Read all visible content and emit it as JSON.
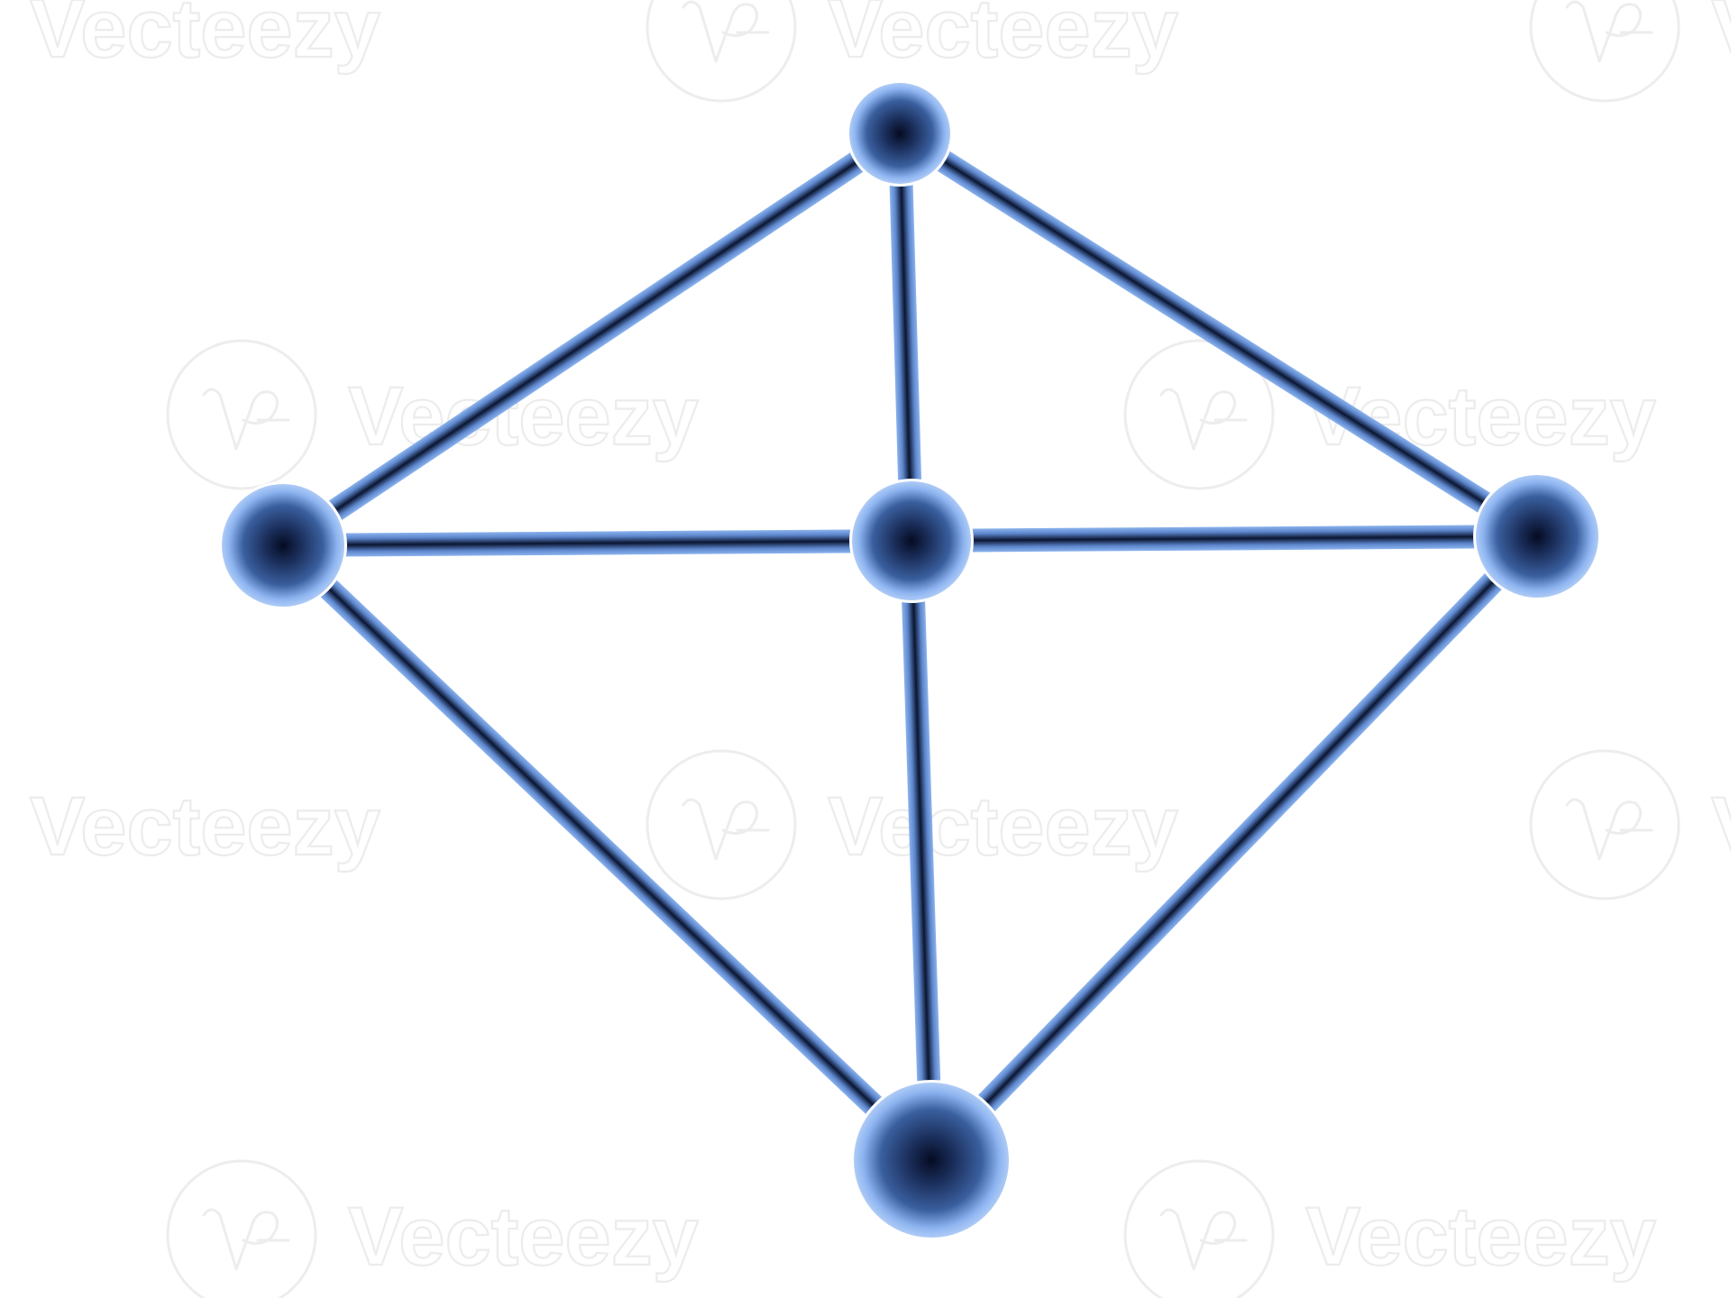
{
  "diagram": {
    "type": "network-graph",
    "node_count": 5,
    "edge_count": 8,
    "colors": {
      "node_core": "#050b22",
      "node_mid": "#3a5f9e",
      "node_edge": "#8db4f0",
      "link_core": "#0a1530",
      "link_edge": "#8bb3ee"
    },
    "nodes": [
      {
        "id": "top"
      },
      {
        "id": "left"
      },
      {
        "id": "center"
      },
      {
        "id": "right"
      },
      {
        "id": "bottom"
      }
    ],
    "edges": [
      {
        "from": "top",
        "to": "left"
      },
      {
        "from": "top",
        "to": "center"
      },
      {
        "from": "top",
        "to": "right"
      },
      {
        "from": "left",
        "to": "center"
      },
      {
        "from": "center",
        "to": "right"
      },
      {
        "from": "left",
        "to": "bottom"
      },
      {
        "from": "center",
        "to": "bottom"
      },
      {
        "from": "right",
        "to": "bottom"
      }
    ]
  },
  "watermark": {
    "text": "Vecteezy",
    "icon": "vecteezy-logo-icon"
  }
}
